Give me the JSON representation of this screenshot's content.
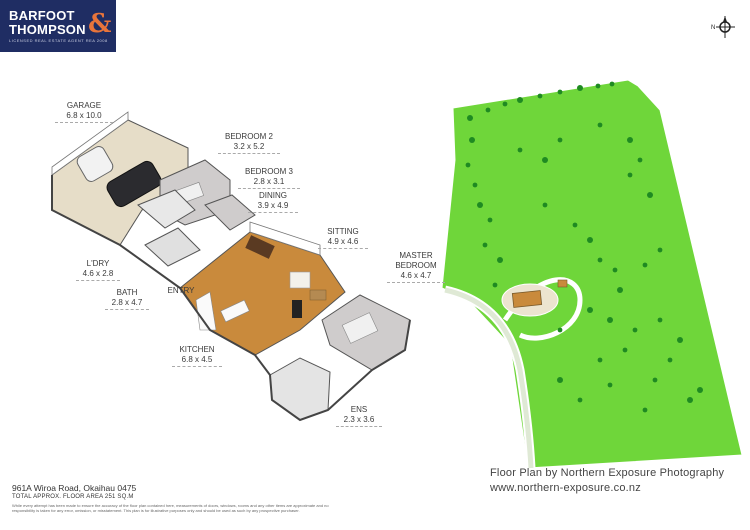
{
  "brand": {
    "line1": "BARFOOT",
    "line2": "THOMPSON",
    "amp": "&",
    "tagline": "LICENSED REAL ESTATE AGENT REA 2008"
  },
  "compass": {
    "label": "N"
  },
  "rooms": [
    {
      "id": "garage",
      "name": "GARAGE",
      "dim": "6.8 x 10.0"
    },
    {
      "id": "bedroom2",
      "name": "BEDROOM 2",
      "dim": "3.2 x 5.2"
    },
    {
      "id": "bedroom3",
      "name": "BEDROOM 3",
      "dim": "2.8 x 3.1"
    },
    {
      "id": "dining",
      "name": "DINING",
      "dim": "3.9 x 4.9"
    },
    {
      "id": "sitting",
      "name": "SITTING",
      "dim": "4.9 x 4.6"
    },
    {
      "id": "master",
      "name": "MASTER",
      "name2": "BEDROOM",
      "dim": "4.6 x 4.7"
    },
    {
      "id": "ldry",
      "name": "L'DRY",
      "dim": "4.6 x 2.8"
    },
    {
      "id": "bath",
      "name": "BATH",
      "dim": "2.8 x 4.7"
    },
    {
      "id": "entry",
      "name": "ENTRY"
    },
    {
      "id": "kitchen",
      "name": "KITCHEN",
      "dim": "6.8 x 4.5"
    },
    {
      "id": "ens",
      "name": "ENS",
      "dim": "2.3 x 3.6"
    }
  ],
  "footer": {
    "address": "961A Wiroa Road, Okaihau 0475",
    "area": "TOTAL APPROX. FLOOR AREA 251 SQ.M",
    "disclaimer": "While every attempt has been made to ensure the accuracy of the floor plan contained here, measurements of doors, windows, rooms and any other items are approximate and no responsibility is taken for any error, omission, or misstatement. This plan is for illustrative purposes only and should be used as such by any prospective purchaser."
  },
  "credit": {
    "line1": "Floor Plan by Northern Exposure Photography",
    "line2": "www.northern-exposure.co.nz"
  },
  "colors": {
    "brand_navy": "#1f2d63",
    "brand_orange": "#e8743b",
    "land_green": "#6fd63a",
    "tree_green": "#1f8a22",
    "floor_wood": "#c98a3c"
  }
}
